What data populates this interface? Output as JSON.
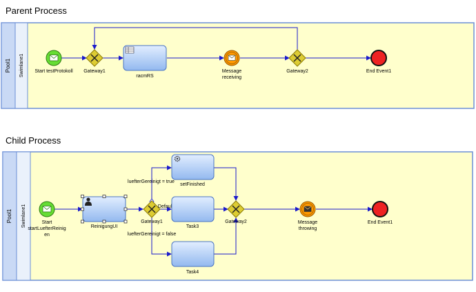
{
  "parent": {
    "title": "Parent Process",
    "pool": "Pool1",
    "lane": "Swimlane1",
    "start": "Start testProtokoll",
    "gateway1": "Gateway1",
    "task": "racmRS",
    "message_line1": "Message",
    "message_line2": "receiving",
    "gateway2": "Gateway2",
    "end": "End Event1"
  },
  "child": {
    "title": "Child Process",
    "pool": "Pool1",
    "lane": "Swimlane1",
    "start_line1": "Start",
    "start_line2": "startLuefterReinig",
    "start_line3": "en",
    "task_user": "ReinigungUI",
    "gateway1": "Gateway1",
    "cond_true": "luefterGereinigt = true",
    "cond_default": "Default",
    "cond_false": "luefterGereinigt = false",
    "task_finished": "setFinished",
    "task3": "Task3",
    "task4": "Task4",
    "gateway2": "Gateway2",
    "message_line1": "Message",
    "message_line2": "throwing",
    "end": "End Event1"
  },
  "colors": {
    "pool_fill": "#ffffcc",
    "pool_border": "#6b8fd6",
    "header_fill": "#c9d9f5",
    "task_fill": "#a9c9f5",
    "start_fill": "#66dd33",
    "gateway_fill": "#ddcc33",
    "message_fill": "#ff9900",
    "end_fill": "#ee2222",
    "flow": "#1a1acc"
  }
}
